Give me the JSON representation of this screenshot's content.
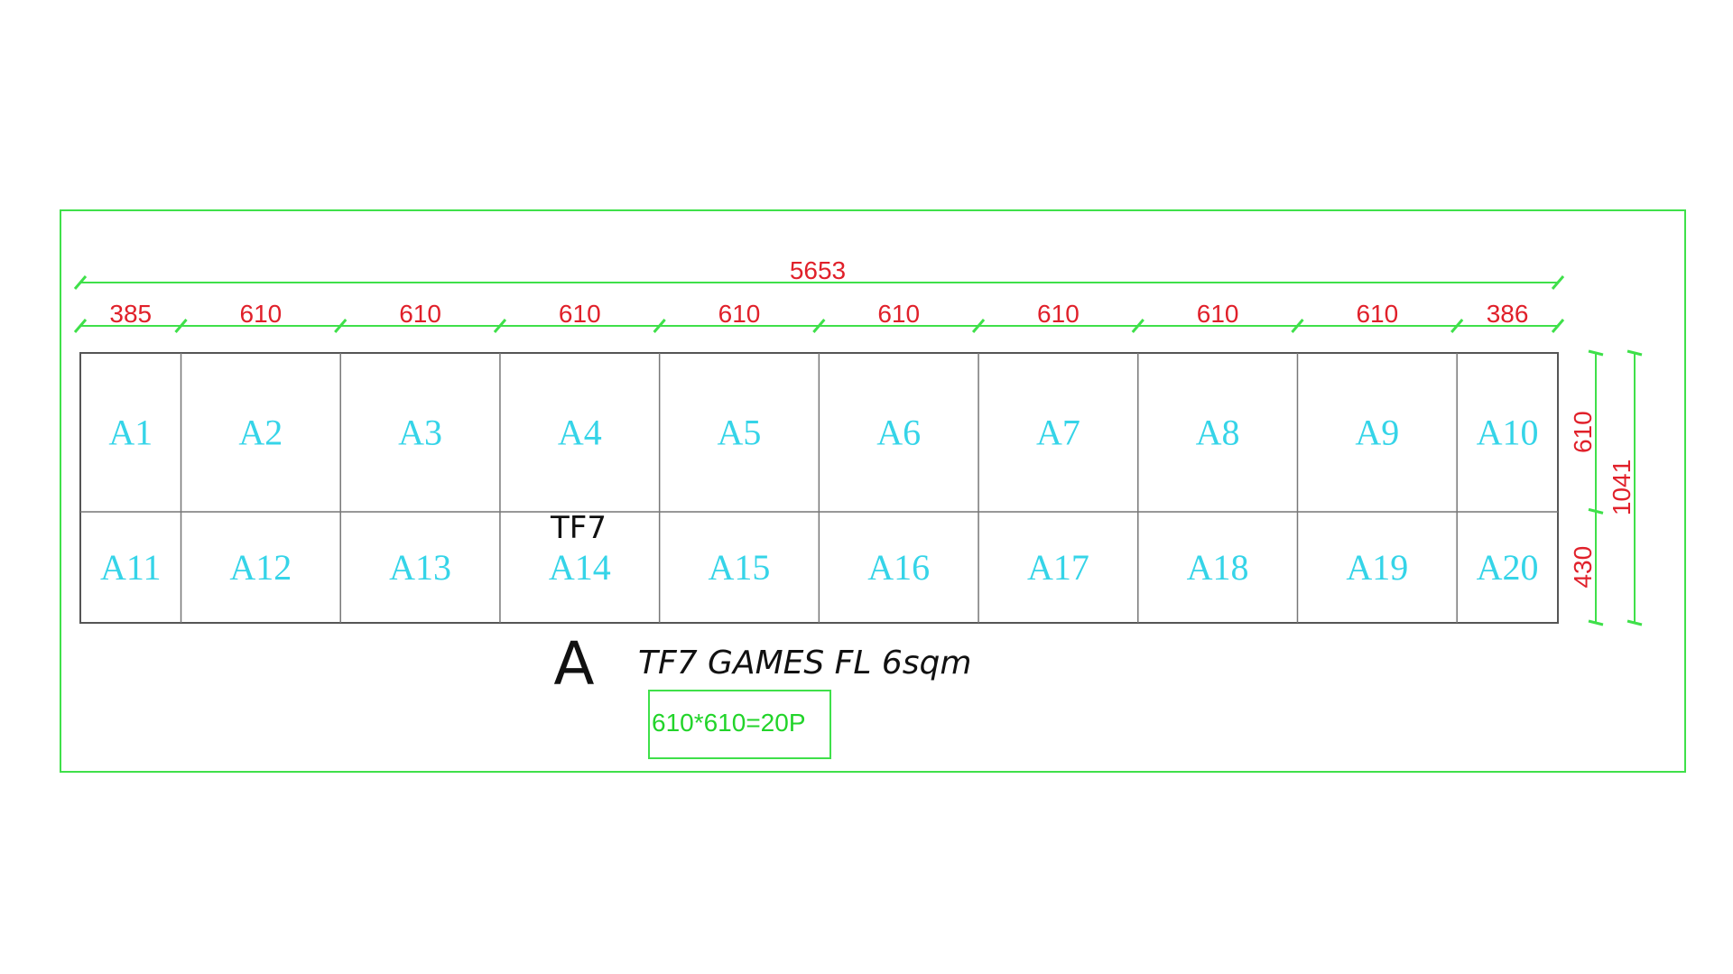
{
  "colors": {
    "frame": "#3fe04a",
    "dimension_line": "#3fe04a",
    "dimension_text": "#e0202a",
    "cell_text": "#35d4e8",
    "grid_line": "#555555",
    "label": "#111111"
  },
  "dimensions": {
    "overall_width": "5653",
    "column_widths": [
      "385",
      "610",
      "610",
      "610",
      "610",
      "610",
      "610",
      "610",
      "610",
      "386"
    ],
    "row_heights": [
      "610",
      "430"
    ],
    "overall_height": "1041"
  },
  "cells": {
    "row1": [
      "A1",
      "A2",
      "A3",
      "A4",
      "A5",
      "A6",
      "A7",
      "A8",
      "A9",
      "A10"
    ],
    "row2": [
      "A11",
      "A12",
      "A13",
      "A14",
      "A15",
      "A16",
      "A17",
      "A18",
      "A19",
      "A20"
    ]
  },
  "labels": {
    "zone_tag": "TF7",
    "section_letter": "A",
    "title": "TF7 GAMES FL 6sqm",
    "tile_note": "610*610=20P"
  }
}
